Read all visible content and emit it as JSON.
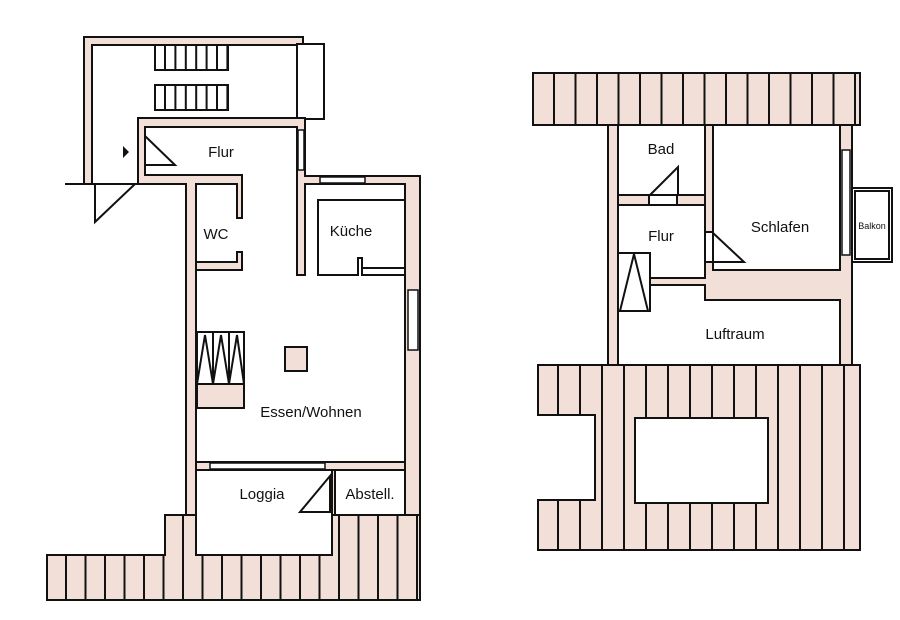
{
  "colors": {
    "wall": "#f2e0d8",
    "line": "#111111",
    "background": "#ffffff"
  },
  "ground_floor": {
    "rooms": {
      "flur": "Flur",
      "wc": "WC",
      "kueche": "Küche",
      "essen_wohnen": "Essen/Wohnen",
      "loggia": "Loggia",
      "abstell": "Abstell."
    }
  },
  "upper_floor": {
    "rooms": {
      "bad": "Bad",
      "flur": "Flur",
      "schlafen": "Schlafen",
      "balkon": "Balkon",
      "luftraum": "Luftraum"
    }
  }
}
